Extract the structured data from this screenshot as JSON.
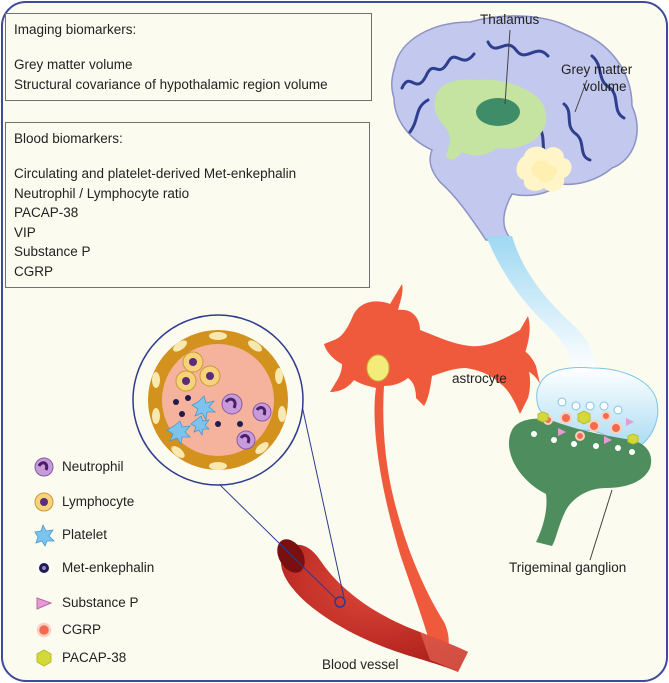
{
  "imaging_box": {
    "heading": "Imaging biomarkers:",
    "items": [
      "Grey matter volume",
      "Structural covariance of hypothalamic region volume"
    ]
  },
  "blood_box": {
    "heading": "Blood biomarkers:",
    "items": [
      "Circulating and platelet-derived Met-enkephalin",
      "Neutrophil / Lymphocyte ratio",
      "PACAP-38",
      "VIP",
      "Substance P",
      "CGRP"
    ]
  },
  "labels": {
    "thalamus": "Thalamus",
    "grey_matter_1": "Grey matter",
    "grey_matter_2": "volume",
    "astrocyte": "astrocyte",
    "trigeminal": "Trigeminal ganglion",
    "blood_vessel": "Blood vessel"
  },
  "legend": [
    {
      "icon": "neutrophil-icon",
      "label": "Neutrophil"
    },
    {
      "icon": "lymphocyte-icon",
      "label": "Lymphocyte"
    },
    {
      "icon": "platelet-icon",
      "label": "Platelet"
    },
    {
      "icon": "met-enkephalin-icon",
      "label": "Met-enkephalin"
    },
    {
      "icon": "substance-p-icon",
      "label": "Substance P"
    },
    {
      "icon": "cgrp-icon",
      "label": "CGRP"
    },
    {
      "icon": "pacap-38-icon",
      "label": "PACAP-38"
    }
  ],
  "colors": {
    "background": "#fbfbef",
    "brain": "#c3c8ee",
    "thalamus": "#3f8c68",
    "astrocyte": "#ef5a3c",
    "vessel": "#c2261f",
    "ganglion": "#4e8e5e",
    "nerve": "#a9dcf3"
  }
}
